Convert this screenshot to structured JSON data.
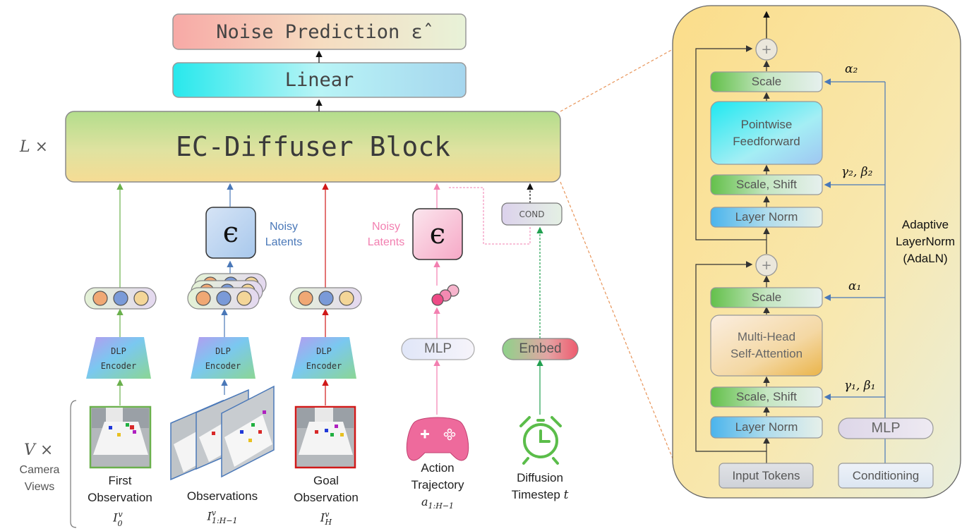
{
  "left": {
    "noise_prediction": "Noise Prediction ε̂",
    "linear": "Linear",
    "block": "EC-Diffuser Block",
    "repeat": "L ×",
    "views_repeat": "V ×",
    "views_label_1": "Camera",
    "views_label_2": "Views",
    "noisy_latents_1": "Noisy",
    "noisy_latents_2": "Latents",
    "epsilon": "ϵ",
    "cond": "COND",
    "encoder_1": "DLP",
    "encoder_2": "Encoder",
    "mlp": "MLP",
    "embed": "Embed",
    "first_obs_1": "First",
    "first_obs_2": "Observation",
    "first_obs_sym": "I",
    "first_obs_sup": "v",
    "first_obs_sub": "0",
    "obs": "Observations",
    "obs_sym": "I",
    "obs_sup": "v",
    "obs_sub": "1:H−1",
    "goal_1": "Goal",
    "goal_2": "Observation",
    "goal_sym": "I",
    "goal_sup": "v",
    "goal_sub": "H",
    "action_1": "Action",
    "action_2": "Trajectory",
    "action_sym": "a",
    "action_sub": "1:H−1",
    "diff_1": "Diffusion",
    "diff_2": "Timestep",
    "diff_sym": "t"
  },
  "right": {
    "plus": "+",
    "scale_top": "Scale",
    "pointwise_1": "Pointwise",
    "pointwise_2": "Feedforward",
    "scale_shift_top": "Scale, Shift",
    "layer_norm_top": "Layer Norm",
    "scale_bottom": "Scale",
    "mhsa_1": "Multi-Head",
    "mhsa_2": "Self-Attention",
    "scale_shift_bottom": "Scale, Shift",
    "layer_norm_bottom": "Layer Norm",
    "mlp": "MLP",
    "input_tokens": "Input Tokens",
    "conditioning": "Conditioning",
    "alpha2": "α₂",
    "gamma2beta2": "γ₂, β₂",
    "alpha1": "α₁",
    "gamma1beta1": "γ₁, β₁",
    "adaln_1": "Adaptive",
    "adaln_2": "LayerNorm",
    "adaln_3": "(AdaLN)"
  },
  "colors": {
    "green": "#6ab04c",
    "blue": "#4a78b8",
    "red": "#d01818",
    "pink": "#f27fb0",
    "dark_green": "#21a050",
    "orange_dash": "#e8955a"
  }
}
